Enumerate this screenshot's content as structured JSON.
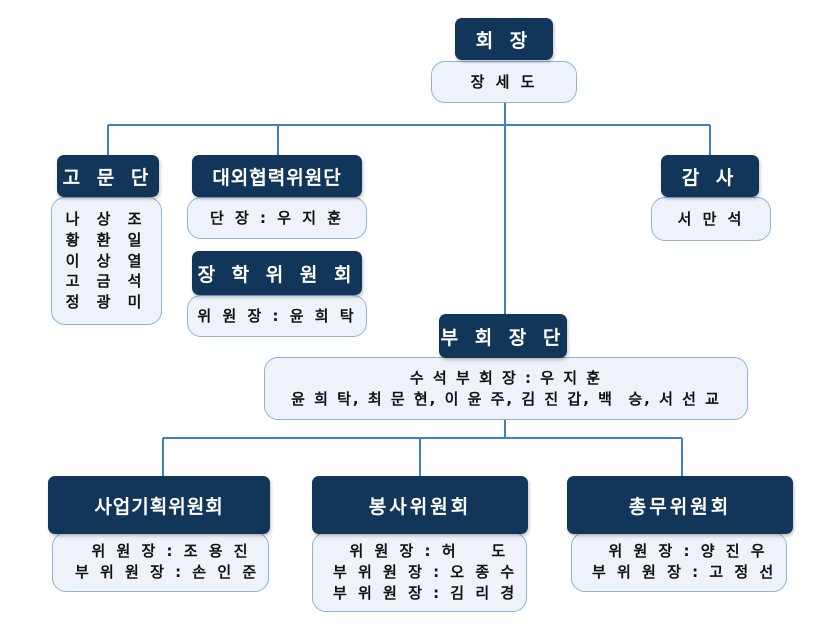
{
  "chairman": {
    "title": "회 장",
    "name": "장 세 도"
  },
  "advisory": {
    "title": "고 문 단",
    "members": [
      "나 상 조",
      "황 환 일",
      "이 상 열",
      "고 금 석",
      "정 광 미"
    ]
  },
  "cooperation": {
    "title": "대외협력위원단",
    "leader": "단 장 : 우 지 훈"
  },
  "scholarship": {
    "title": "장 학 위 원 회",
    "chair": "위 원 장 : 윤 희 탁"
  },
  "audit": {
    "title": "감 사",
    "name": "서 만 석"
  },
  "vice": {
    "title": "부 회 장 단",
    "chief": "수 석 부 회 장 : 우 지 훈",
    "members": "윤 희 탁, 최 문 현, 이 윤 주, 김 진 갑, 백  승, 서 선 교"
  },
  "business": {
    "title": "사업기획위원회",
    "lines": [
      "  위 원 장 : 조 용 진",
      "부 위 원 장 : 손 인 준"
    ]
  },
  "service": {
    "title": "봉사위원회",
    "lines": [
      "  위 원 장 : 허    도",
      "부 위 원 장 : 오 종 수",
      "부 위 원 장 : 김 리 경"
    ]
  },
  "general": {
    "title": "총무위원회",
    "lines": [
      "  위 원 장 : 양 진 우",
      "부 위 원 장 : 고 정 선"
    ]
  },
  "colors": {
    "header": "#12365a",
    "box_fill": "#eef3fa",
    "box_border": "#8fb3d6",
    "connector": "#3f7fc4"
  }
}
